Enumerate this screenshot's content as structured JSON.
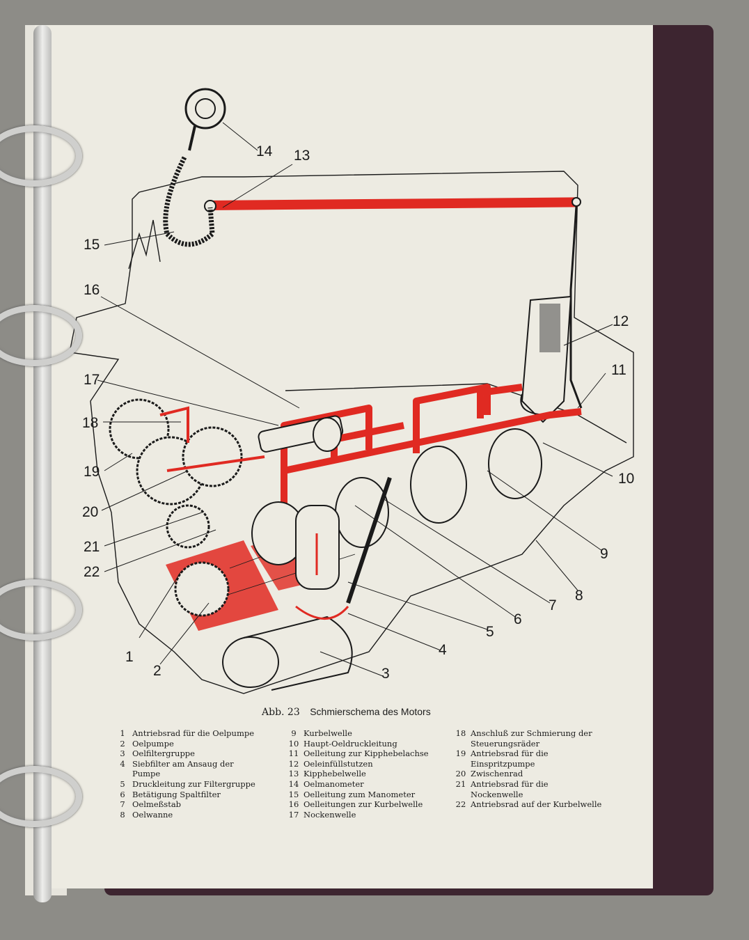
{
  "figure": {
    "caption_number": "Abb. 23",
    "caption_title": "Schmierschema des Motors",
    "callouts": [
      "14",
      "13",
      "15",
      "16",
      "12",
      "11",
      "17",
      "18",
      "19",
      "10",
      "20",
      "21",
      "9",
      "22",
      "8",
      "7",
      "6",
      "5",
      "4",
      "1",
      "2",
      "3"
    ],
    "colors": {
      "oil": "#e02a22",
      "ink": "#1a1a1a",
      "paper": "#edebe2"
    }
  },
  "legend": {
    "col1": [
      {
        "num": "1",
        "text": "Antriebsrad für die Oelpumpe"
      },
      {
        "num": "2",
        "text": "Oelpumpe"
      },
      {
        "num": "3",
        "text": "Oelfiltergruppe"
      },
      {
        "num": "4",
        "text": "Siebfilter am Ansaug der"
      },
      {
        "num": "",
        "text": "Pumpe"
      },
      {
        "num": "5",
        "text": "Druckleitung zur Filtergruppe"
      },
      {
        "num": "6",
        "text": "Betätigung Spaltfilter"
      },
      {
        "num": "7",
        "text": "Oelmeßstab"
      },
      {
        "num": "8",
        "text": "Oelwanne"
      }
    ],
    "col2": [
      {
        "num": "9",
        "text": "Kurbelwelle"
      },
      {
        "num": "10",
        "text": "Haupt-Oeldruckleitung"
      },
      {
        "num": "11",
        "text": "Oelleitung zur Kipphebelachse"
      },
      {
        "num": "12",
        "text": "Oeleinfüllstutzen"
      },
      {
        "num": "13",
        "text": "Kipphebelwelle"
      },
      {
        "num": "14",
        "text": "Oelmanometer"
      },
      {
        "num": "15",
        "text": "Oelleitung zum Manometer"
      },
      {
        "num": "16",
        "text": "Oelleitungen zur Kurbelwelle"
      },
      {
        "num": "17",
        "text": "Nockenwelle"
      }
    ],
    "col3": [
      {
        "num": "18",
        "text": "Anschluß zur Schmierung der"
      },
      {
        "num": "",
        "text": "Steuerungsräder"
      },
      {
        "num": "19",
        "text": "Antriebsrad für die"
      },
      {
        "num": "",
        "text": "Einspritzpumpe"
      },
      {
        "num": "20",
        "text": "Zwischenrad"
      },
      {
        "num": "21",
        "text": "Antriebsrad für die"
      },
      {
        "num": "",
        "text": "Nockenwelle"
      },
      {
        "num": "22",
        "text": "Antriebsrad auf der Kurbelwelle"
      }
    ]
  }
}
